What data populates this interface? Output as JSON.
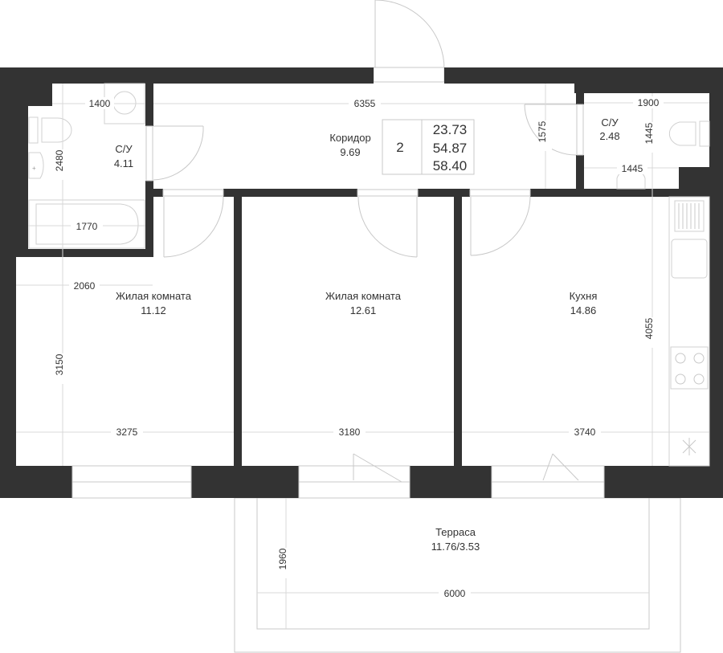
{
  "summary": {
    "rooms": "2",
    "living_area": "23.73",
    "total_area": "54.87",
    "total_with_terrace": "58.40"
  },
  "rooms": {
    "bath1": {
      "name": "С/У",
      "area": "4.11"
    },
    "corridor": {
      "name": "Коридор",
      "area": "9.69"
    },
    "bath2": {
      "name": "С/У",
      "area": "2.48"
    },
    "living1": {
      "name": "Жилая комната",
      "area": "11.12"
    },
    "living2": {
      "name": "Жилая комната",
      "area": "12.61"
    },
    "kitchen": {
      "name": "Кухня",
      "area": "14.86"
    },
    "terrace": {
      "name": "Терраса",
      "area": "11.76/3.53"
    }
  },
  "dimensions": {
    "bath1_width_top": "1400",
    "bath1_height": "2480",
    "bath1_width_bottom": "1770",
    "corridor_length": "6355",
    "corridor_depth": "1575",
    "bath2_width": "1900",
    "bath2_height": "1445",
    "bath2_width_bottom": "1445",
    "living1_depth_top": "2060",
    "living1_height": "3150",
    "living1_width": "3275",
    "living2_width": "3180",
    "kitchen_width": "3740",
    "kitchen_height": "4055",
    "terrace_depth": "1960",
    "terrace_width": "6000"
  }
}
